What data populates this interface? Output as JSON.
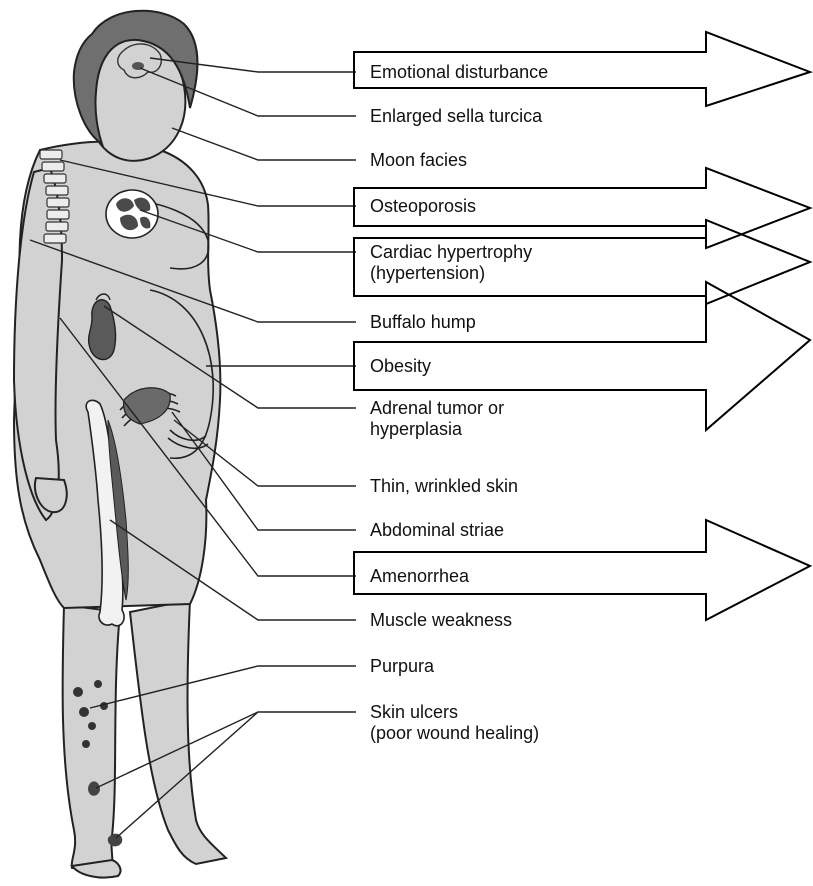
{
  "colors": {
    "figure_fill": "#d2d2d2",
    "hair_fill": "#6f6f6f",
    "outline": "#222222",
    "organ_dark": "#4a4a4a",
    "label_text": "#111111",
    "box_stroke": "#000000"
  },
  "labels": [
    {
      "id": "emotional",
      "lines": [
        "Emotional disturbance"
      ]
    },
    {
      "id": "sella",
      "lines": [
        "Enlarged sella turcica"
      ]
    },
    {
      "id": "moon",
      "lines": [
        "Moon facies"
      ]
    },
    {
      "id": "osteo",
      "lines": [
        "Osteoporosis"
      ]
    },
    {
      "id": "cardiac",
      "lines": [
        "Cardiac hypertrophy",
        "(hypertension)"
      ]
    },
    {
      "id": "buffalo",
      "lines": [
        "Buffalo hump"
      ]
    },
    {
      "id": "obesity",
      "lines": [
        "Obesity"
      ]
    },
    {
      "id": "adrenal",
      "lines": [
        "Adrenal tumor or",
        "hyperplasia"
      ]
    },
    {
      "id": "skin",
      "lines": [
        "Thin, wrinkled skin"
      ]
    },
    {
      "id": "striae",
      "lines": [
        "Abdominal striae"
      ]
    },
    {
      "id": "amenorrhea",
      "lines": [
        "Amenorrhea"
      ]
    },
    {
      "id": "muscle",
      "lines": [
        "Muscle weakness"
      ]
    },
    {
      "id": "purpura",
      "lines": [
        "Purpura"
      ]
    },
    {
      "id": "ulcers",
      "lines": [
        "Skin ulcers",
        "(poor wound healing)"
      ]
    }
  ],
  "arrows": [
    {
      "id": "arrow-emotional",
      "target": "Emotional disturbance"
    },
    {
      "id": "arrow-osteoporosis",
      "target": "Osteoporosis"
    },
    {
      "id": "arrow-cardiac",
      "target": "Cardiac hypertrophy"
    },
    {
      "id": "arrow-obesity",
      "target": "Obesity"
    },
    {
      "id": "arrow-amenorrhea",
      "target": "Amenorrhea"
    }
  ]
}
